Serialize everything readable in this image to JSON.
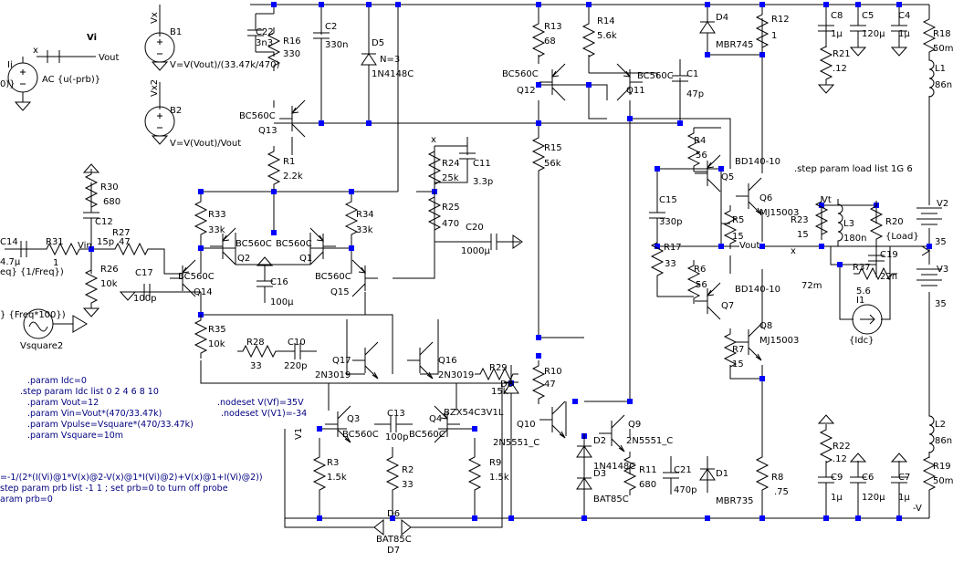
{
  "components": {
    "V1": "V1",
    "Vi": "Vi",
    "Vout": "Vout",
    "x_node": "x",
    "I1_left": "Ii",
    "ac_source": "AC {u(-prb)}",
    "ac_left": "0)}",
    "Vx": "Vx",
    "B1": "B1",
    "B1_expr": "V=V(Vout)/(33.47k/470)",
    "Vx2": "Vx2",
    "B2": "B2",
    "B2_expr": "V=V(Vout)/Vout",
    "C22": "C22",
    "C22_val": "3n3",
    "R16": "R16",
    "R16_val": "330",
    "C2": "C2",
    "C2_val": "330n",
    "D5": "D5",
    "D5_n": "N=3",
    "D5_val": "1N4148C",
    "Q13_type": "BC560C",
    "Q13": "Q13",
    "R1": "R1",
    "R1_val": "2.2k",
    "R13": "R13",
    "R13_val": "68",
    "R14": "R14",
    "R14_val": "5.6k",
    "D4": "D4",
    "D4_val": "MBR745",
    "R12": "R12",
    "R12_val": "1",
    "C8": "C8",
    "C8_val": "1µ",
    "C5": "C5",
    "C5_val": "120µ",
    "C4": "C4",
    "C4_val": "1µ",
    "R18": "R18",
    "R18_val": "50m",
    "R21": "R21",
    "R21_val": ".12",
    "L1": "L1",
    "L1_val": "86n",
    "Q12_type": "BC560C",
    "Q12": "Q12",
    "Q11_type": "BC560C",
    "Q11": "Q11",
    "C1": "C1",
    "C1_val": "47p",
    "R15": "R15",
    "R15_val": "56k",
    "R4": "R4",
    "R4_val": "56",
    "Q5_type": "BD140-10",
    "Q5": "Q5",
    "step_load": ".step param load list 1G 6",
    "R30": "R30",
    "R30_val": "680",
    "C14": "C14",
    "C14_val": "4.7µ",
    "R31": "R31",
    "R31_val": "1",
    "freq_label": "eq} {1/Freq})",
    "C12": "C12",
    "C12_val": "15p",
    "R27": "R27",
    "R27_val": "47",
    "Vin": "Vin",
    "R26": "R26",
    "R26_val": "10k",
    "R24": "R24",
    "R24_val": "25k",
    "C11": "C11",
    "C11_val": "3.3p",
    "x_top": "x",
    "R25": "R25",
    "R25_val": "470",
    "C20": "C20",
    "C20_val": "1000µ",
    "R33": "R33",
    "R33_val": "33k",
    "R34": "R34",
    "R34_val": "33k",
    "Q2_type": "BC560C",
    "Q1_type": "BC560C",
    "Q2": "Q2",
    "Q1": "Q1",
    "C15": "C15",
    "C15_val": "330p",
    "Q6": "Q6",
    "Q6_type": "MJ15003",
    "R5": "R5",
    "R5_val": "15",
    "Vt": "Vt",
    "R23": "R23",
    "R23_val": "15",
    "L3": "L3",
    "L3_val": "180n",
    "R20": "R20",
    "R20_val": "{Load}",
    "V2": "V2",
    "V2_val": "35",
    "Vout_r": "Vout",
    "x_right": "x",
    "C19": "C19",
    "R17": "R17",
    "R17_val": "33",
    "R6": "R6",
    "R6_val": "56",
    "Q14_type": "BC560C",
    "Q14": "Q14",
    "Q15_type": "BC560C",
    "Q15": "Q15",
    "C17": "C17",
    "C17_val": "100p",
    "C16": "C16",
    "C16_val": "100µ",
    "R37": "R37",
    "R37_val": "5.6",
    "C19_val": "22n",
    "m72": "72m",
    "V3": "V3",
    "V3_val": "35",
    "Q7_type": "BD140-10",
    "Q7": "Q7",
    "I1": "I1",
    "I1_val": "{Idc}",
    "R35": "R35",
    "R35_val": "10k",
    "pulse_label": "} {Freq*100})",
    "Vsquare2": "Vsquare2",
    "R28": "R28",
    "R28_val": "33",
    "C10": "C10",
    "C10_val": "220p",
    "Q17": "Q17",
    "Q17_type": "2N3019",
    "Q16": "Q16",
    "Q16_type": "2N3019",
    "R7": "R7",
    "R7_val": "15",
    "Q8": "Q8",
    "Q8_type": "MJ15003",
    "R29": "R29",
    "R29_val": "15k",
    "D8": "D8",
    "R10": "R10",
    "R10_val": "47",
    "param_idc": ".param Idc=0",
    "step_idc": ".step param Idc list 0 2 4 6 8 10",
    "param_vout": ".param Vout=12",
    "param_vin": ".param Vin=Vout*(470/33.47k)",
    "param_vpulse": ".param Vpulse=Vsquare*(470/33.47k)",
    "param_vsquare": ".param Vsquare=10m",
    "nodeset1": ".nodeset V(Vf)=35V",
    "nodeset2": ".nodeset V(V1)=-34",
    "Q3": "Q3",
    "C13": "C13",
    "Q4": "Q4",
    "D9_val": "BZX54C3V1L",
    "Q3_type": "BC560C",
    "C13_val": "100p",
    "Q4_type": "BC560C",
    "Q10": "Q10",
    "Q10_type": "2N5551_C",
    "Q9": "Q9",
    "Q9_type": "2N5551_C",
    "D2": "D2",
    "D2_val": "1N4148C",
    "D3": "D3",
    "D3_val": "BAT85C",
    "R11": "R11",
    "R11_val": "680",
    "C21": "C21",
    "C21_val": "470p",
    "D1": "D1",
    "D1_val": "MBR735",
    "R8": "R8",
    "R8_val": ".75",
    "R22": "R22",
    "R22_val": ".12",
    "C9": "C9",
    "C9_val": "1µ",
    "C6": "C6",
    "C6_val": "120µ",
    "C7": "C7",
    "C7_val": "1µ",
    "L2": "L2",
    "L2_val": "86n",
    "R19": "R19",
    "R19_val": "50m",
    "minusV": "-V",
    "R3": "R3",
    "R3_val": "1.5k",
    "R2": "R2",
    "R2_val": "33",
    "R9": "R9",
    "R9_val": "1.5k",
    "D6": "D6",
    "D6_val": "BAT85C",
    "D7": "D7",
    "probe_expr": "=-1/(2*(I(Vi)@1*V(x)@2-V(x)@1*I(Vi)@2)+V(x)@1+I(Vi)@2))",
    "step_prb": "step param prb list -1 1 ; set prb=0 to turn off probe",
    "param_prb": "aram prb=0"
  }
}
